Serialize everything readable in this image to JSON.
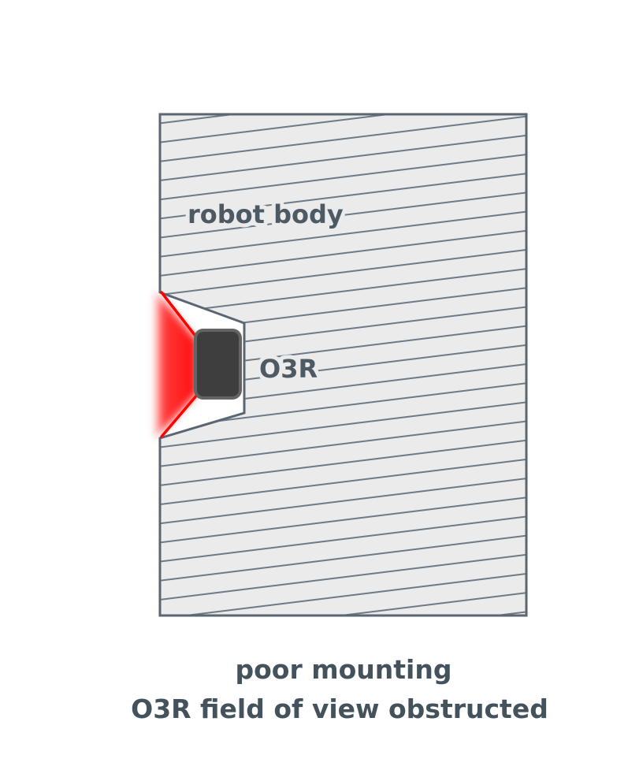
{
  "diagram": {
    "robot_body_label": "robot body",
    "camera_label": "O3R",
    "caption": {
      "line1": "poor mounting",
      "line2": "O3R field of view obstructed"
    },
    "colors": {
      "body_fill": "#ebebeb",
      "body_stroke": "#5a6672",
      "hatch_line": "#6e7a85",
      "fov_red": "#ff0000",
      "camera_fill": "#3e3e3e",
      "camera_stroke": "#646464",
      "label": "#4d5a64",
      "caption": "#44525c"
    }
  }
}
